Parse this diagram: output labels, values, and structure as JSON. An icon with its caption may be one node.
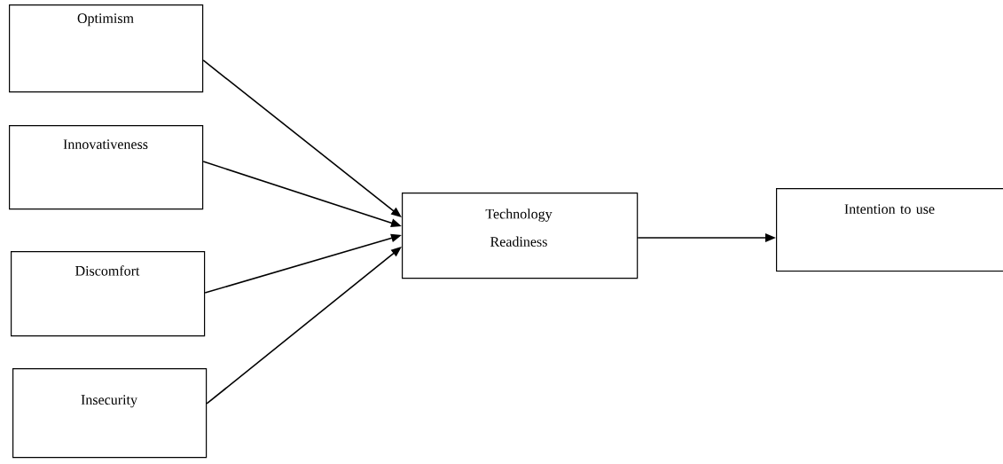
{
  "diagram": {
    "nodes": [
      {
        "text": [
          "Optimism"
        ]
      },
      {
        "text": [
          "Innovativeness"
        ]
      },
      {
        "text": [
          "Discomfort"
        ]
      },
      {
        "text": [
          "Insecurity"
        ]
      },
      {
        "text": [
          "Technology Readiness"
        ]
      },
      {
        "text": [
          "Intention to use"
        ]
      }
    ],
    "edges": [
      {
        "from": 0,
        "to": 4,
        "arrow": "to"
      },
      {
        "from": 1,
        "to": 4,
        "arrow": "to"
      },
      {
        "from": 2,
        "to": 4,
        "arrow": "to"
      },
      {
        "from": 3,
        "to": 4,
        "arrow": "to"
      },
      {
        "from": 4,
        "to": 5,
        "arrow": "to"
      }
    ]
  }
}
